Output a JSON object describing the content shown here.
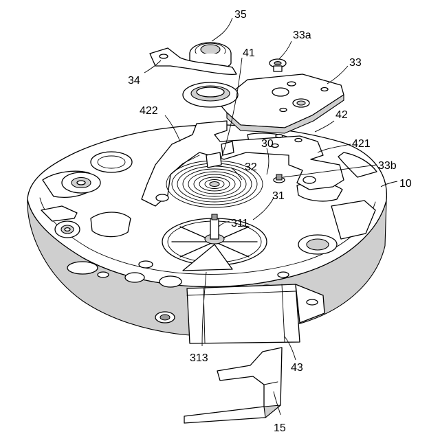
{
  "labels": {
    "l35": "35",
    "l33a": "33a",
    "l33": "33",
    "l41": "41",
    "l34": "34",
    "l422": "422",
    "l42": "42",
    "l30": "30",
    "l421": "421",
    "l32": "32",
    "l33b": "33b",
    "l10": "10",
    "l31": "31",
    "l311": "311",
    "l313": "313",
    "l43": "43",
    "l15": "15"
  }
}
